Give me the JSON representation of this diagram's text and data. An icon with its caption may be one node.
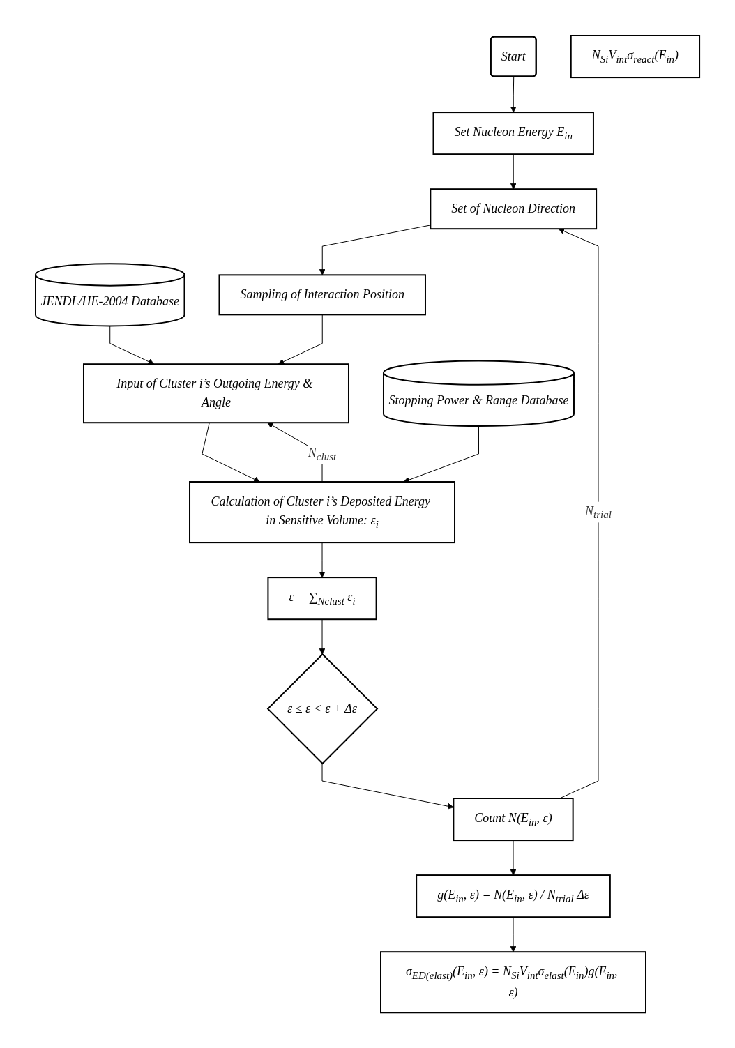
{
  "diagram": {
    "nodes": [
      {
        "text": [
          "Start"
        ]
      },
      {
        "text": [
          "Set Nucleon Energy E$_{in}$"
        ]
      },
      {
        "text": [
          "Set of Nucleon Direction"
        ]
      },
      {
        "text": [
          "JENDL/HE-2004 Database"
        ]
      },
      {
        "text": [
          "Sampling of Interaction Position"
        ]
      },
      {
        "text": [
          "Input of Cluster i’s Outgoing Energy & Angle"
        ]
      },
      {
        "text": [
          "Calculation of Cluster i’s Deposited Energy in Sensitive Volume: ε$_{i}$"
        ]
      },
      {
        "text": [
          "ε = ∑$_{Nclust}$ ε$_{i}$"
        ]
      },
      {
        "text": [
          "Stopping Power & Range Database"
        ]
      },
      {
        "text": [
          "ε ≤ ε < ε + Δε"
        ]
      },
      {
        "text": [
          "Count N(E$_{in}$, ε)"
        ]
      },
      {
        "text": [
          "g(E$_{in}$, ε) = N(E$_{in}$, ε) / N$_{trial}$ Δε"
        ]
      },
      {
        "text": [
          "N$_{Si}$V$_{int}$σ$_{react}$(E$_{in}$)"
        ]
      },
      {
        "text": [
          "σ$_{ED(elast)}$(E$_{in}$, ε) = N$_{Si}$V$_{int}$σ$_{elast}$(E$_{in}$)g(E$_{in}$, ε)"
        ]
      }
    ],
    "edges": [
      {
        "from": 0,
        "to": 1,
        "arrow": "to"
      },
      {
        "from": 1,
        "to": 2,
        "arrow": "to"
      },
      {
        "from": 2,
        "to": 4,
        "arrow": "to"
      },
      {
        "from": 4,
        "to": 5,
        "arrow": "to"
      },
      {
        "from": 3,
        "to": 5,
        "arrow": "to"
      },
      {
        "from": 5,
        "to": 6,
        "arrow": "to"
      },
      {
        "from": 6,
        "to": 5,
        "arrow": "to",
        "label": "N$_{clust}$"
      },
      {
        "from": 8,
        "to": 6,
        "arrow": "to"
      },
      {
        "from": 6,
        "to": 7,
        "arrow": "to"
      },
      {
        "from": 7,
        "to": 9,
        "arrow": "to"
      },
      {
        "from": 9,
        "to": 10,
        "arrow": "to"
      },
      {
        "from": 10,
        "to": 2,
        "arrow": "to",
        "label": "N$_{trial}$"
      },
      {
        "from": 10,
        "to": 11,
        "arrow": "to"
      },
      {
        "from": 11,
        "to": 13,
        "arrow": "to"
      }
    ]
  }
}
